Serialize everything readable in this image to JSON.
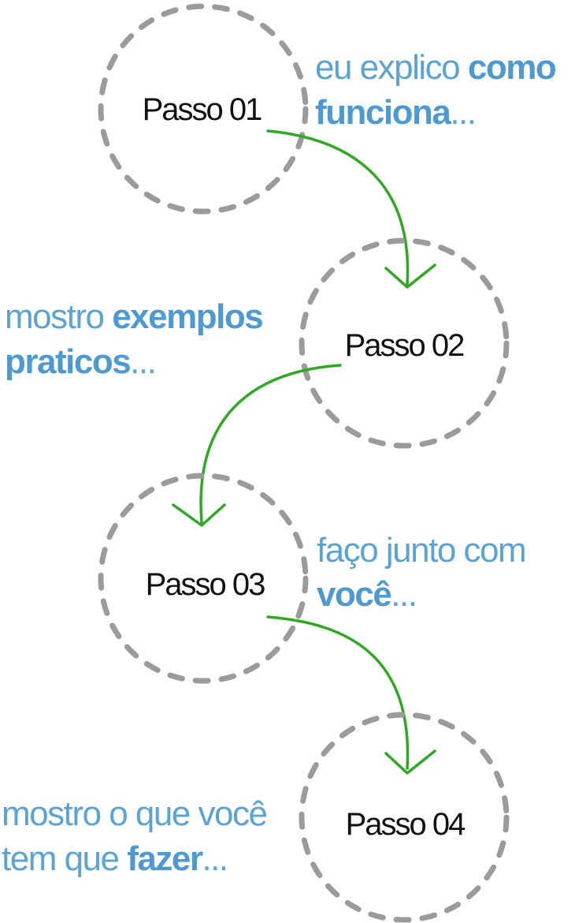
{
  "steps": [
    {
      "label": "Passo 01",
      "caption": [
        {
          "normal": "eu explico ",
          "bold": "como"
        },
        {
          "normal": "",
          "bold": "funciona",
          "tail": "..."
        }
      ]
    },
    {
      "label": "Passo 02",
      "caption": [
        {
          "normal": "mostro ",
          "bold": "exemplos"
        },
        {
          "normal": "",
          "bold": "praticos",
          "tail": "..."
        }
      ]
    },
    {
      "label": "Passo 03",
      "caption": [
        {
          "normal": "faço junto com",
          "bold": ""
        },
        {
          "normal": "",
          "bold": "você",
          "tail": "..."
        }
      ]
    },
    {
      "label": "Passo 04",
      "caption": [
        {
          "normal": "mostro o que você",
          "bold": ""
        },
        {
          "normal": "tem que ",
          "bold": "fazer",
          "tail": "..."
        }
      ]
    }
  ],
  "colors": {
    "circle": "#9b9b9b",
    "arrow": "#2eaa22",
    "caption": "#5aa3d6",
    "label": "#111111"
  }
}
